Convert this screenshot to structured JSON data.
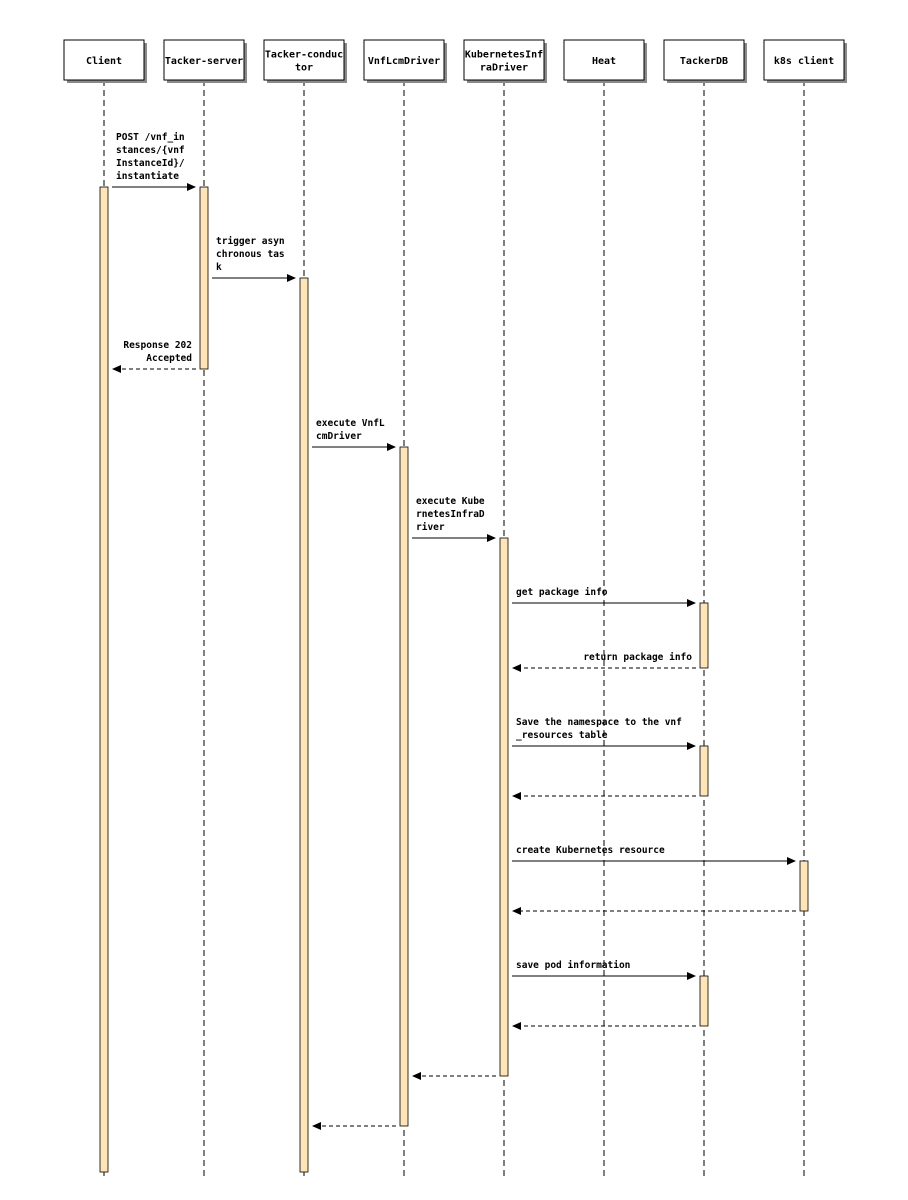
{
  "diagram": {
    "type": "sequence",
    "actors": [
      {
        "id": "client",
        "label": [
          "Client"
        ]
      },
      {
        "id": "tacker_server",
        "label": [
          "Tacker-server"
        ]
      },
      {
        "id": "tacker_conductor",
        "label": [
          "Tacker-conduc",
          "tor"
        ]
      },
      {
        "id": "vnflcm_driver",
        "label": [
          "VnfLcmDriver"
        ]
      },
      {
        "id": "k8s_infra_driver",
        "label": [
          "KubernetesInf",
          "raDriver"
        ]
      },
      {
        "id": "heat",
        "label": [
          "Heat"
        ]
      },
      {
        "id": "tacker_db",
        "label": [
          "TackerDB"
        ]
      },
      {
        "id": "k8s_client",
        "label": [
          "k8s client"
        ]
      }
    ],
    "messages": [
      {
        "from": "client",
        "to": "tacker_server",
        "style": "solid",
        "label": [
          "POST /vnf_in",
          "stances/{vnf",
          "InstanceId}/",
          "instantiate"
        ]
      },
      {
        "from": "tacker_server",
        "to": "tacker_conductor",
        "style": "solid",
        "label": [
          "trigger asyn",
          "chronous tas",
          "k"
        ]
      },
      {
        "from": "tacker_server",
        "to": "client",
        "style": "dashed",
        "label": [
          "Response 202",
          "Accepted"
        ]
      },
      {
        "from": "tacker_conductor",
        "to": "vnflcm_driver",
        "style": "solid",
        "label": [
          "execute VnfL",
          "cmDriver"
        ]
      },
      {
        "from": "vnflcm_driver",
        "to": "k8s_infra_driver",
        "style": "solid",
        "label": [
          "execute Kube",
          "rnetesInfraD",
          "river"
        ]
      },
      {
        "from": "k8s_infra_driver",
        "to": "tacker_db",
        "style": "solid",
        "label": [
          "get package info"
        ]
      },
      {
        "from": "tacker_db",
        "to": "k8s_infra_driver",
        "style": "dashed",
        "label": [
          "return package info"
        ]
      },
      {
        "from": "k8s_infra_driver",
        "to": "tacker_db",
        "style": "solid",
        "label": [
          "Save the namespace to the vnf",
          "_resources table"
        ]
      },
      {
        "from": "tacker_db",
        "to": "k8s_infra_driver",
        "style": "dashed",
        "label": []
      },
      {
        "from": "k8s_infra_driver",
        "to": "k8s_client",
        "style": "solid",
        "label": [
          "create Kubernetes resource"
        ]
      },
      {
        "from": "k8s_client",
        "to": "k8s_infra_driver",
        "style": "dashed",
        "label": []
      },
      {
        "from": "k8s_infra_driver",
        "to": "tacker_db",
        "style": "solid",
        "label": [
          "save pod information"
        ]
      },
      {
        "from": "tacker_db",
        "to": "k8s_infra_driver",
        "style": "dashed",
        "label": []
      },
      {
        "from": "k8s_infra_driver",
        "to": "vnflcm_driver",
        "style": "dashed",
        "label": []
      },
      {
        "from": "vnflcm_driver",
        "to": "tacker_conductor",
        "style": "dashed",
        "label": []
      }
    ]
  },
  "colors": {
    "activation_fill": "#ffe4b5",
    "line": "#000000",
    "background": "#ffffff"
  }
}
